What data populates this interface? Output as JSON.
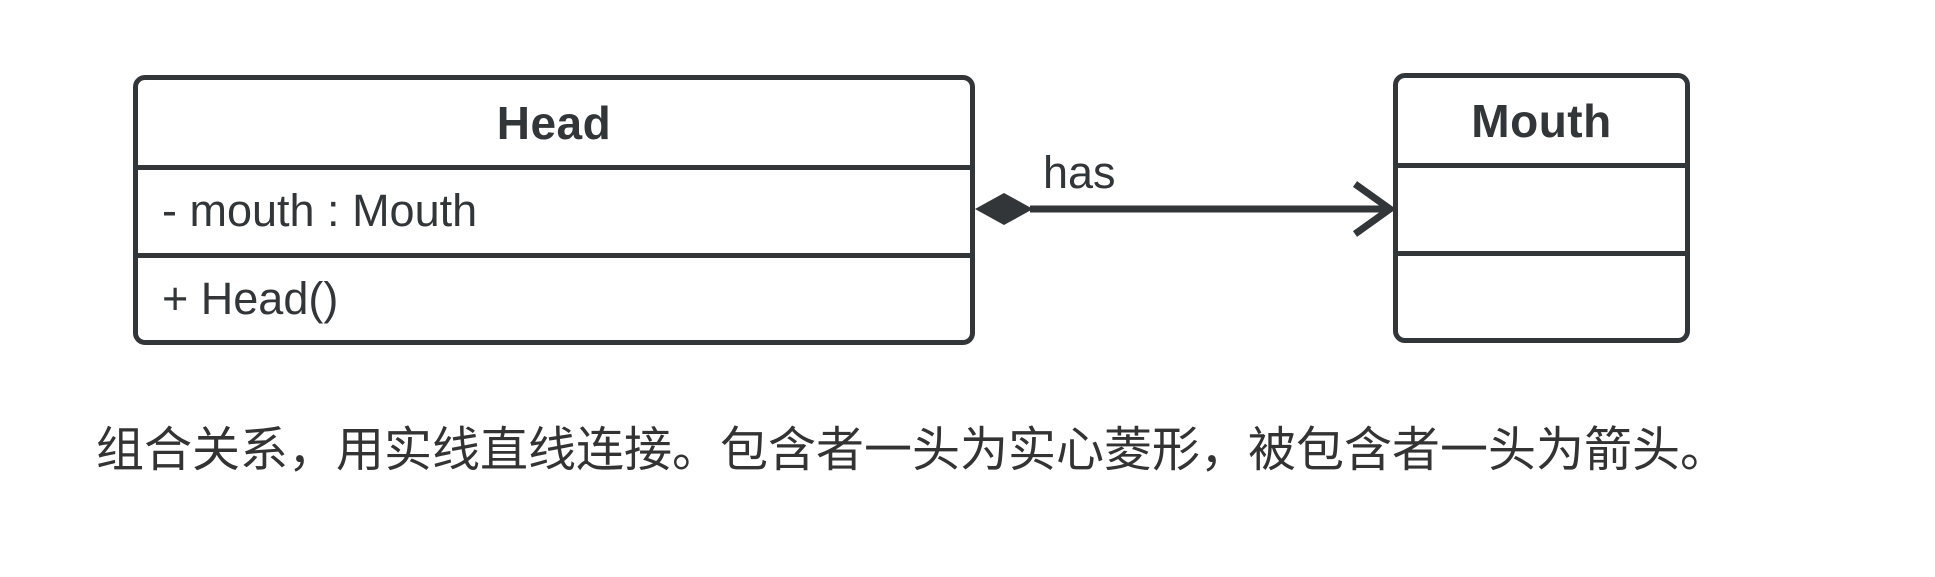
{
  "diagram": {
    "classes": [
      {
        "name": "Head",
        "attributes": [
          "- mouth : Mouth"
        ],
        "methods": [
          "+ Head()"
        ]
      },
      {
        "name": "Mouth",
        "attributes": [],
        "methods": []
      }
    ],
    "relationship": {
      "type": "composition",
      "label": "has",
      "from": "Head",
      "to": "Mouth",
      "from_end": "filled-diamond",
      "to_end": "open-arrow"
    }
  },
  "caption": "组合关系，用实线直线连接。包含者一头为实心菱形，被包含者一头为箭头。",
  "colors": {
    "stroke": "#333638",
    "text": "#333333",
    "background": "#ffffff"
  }
}
